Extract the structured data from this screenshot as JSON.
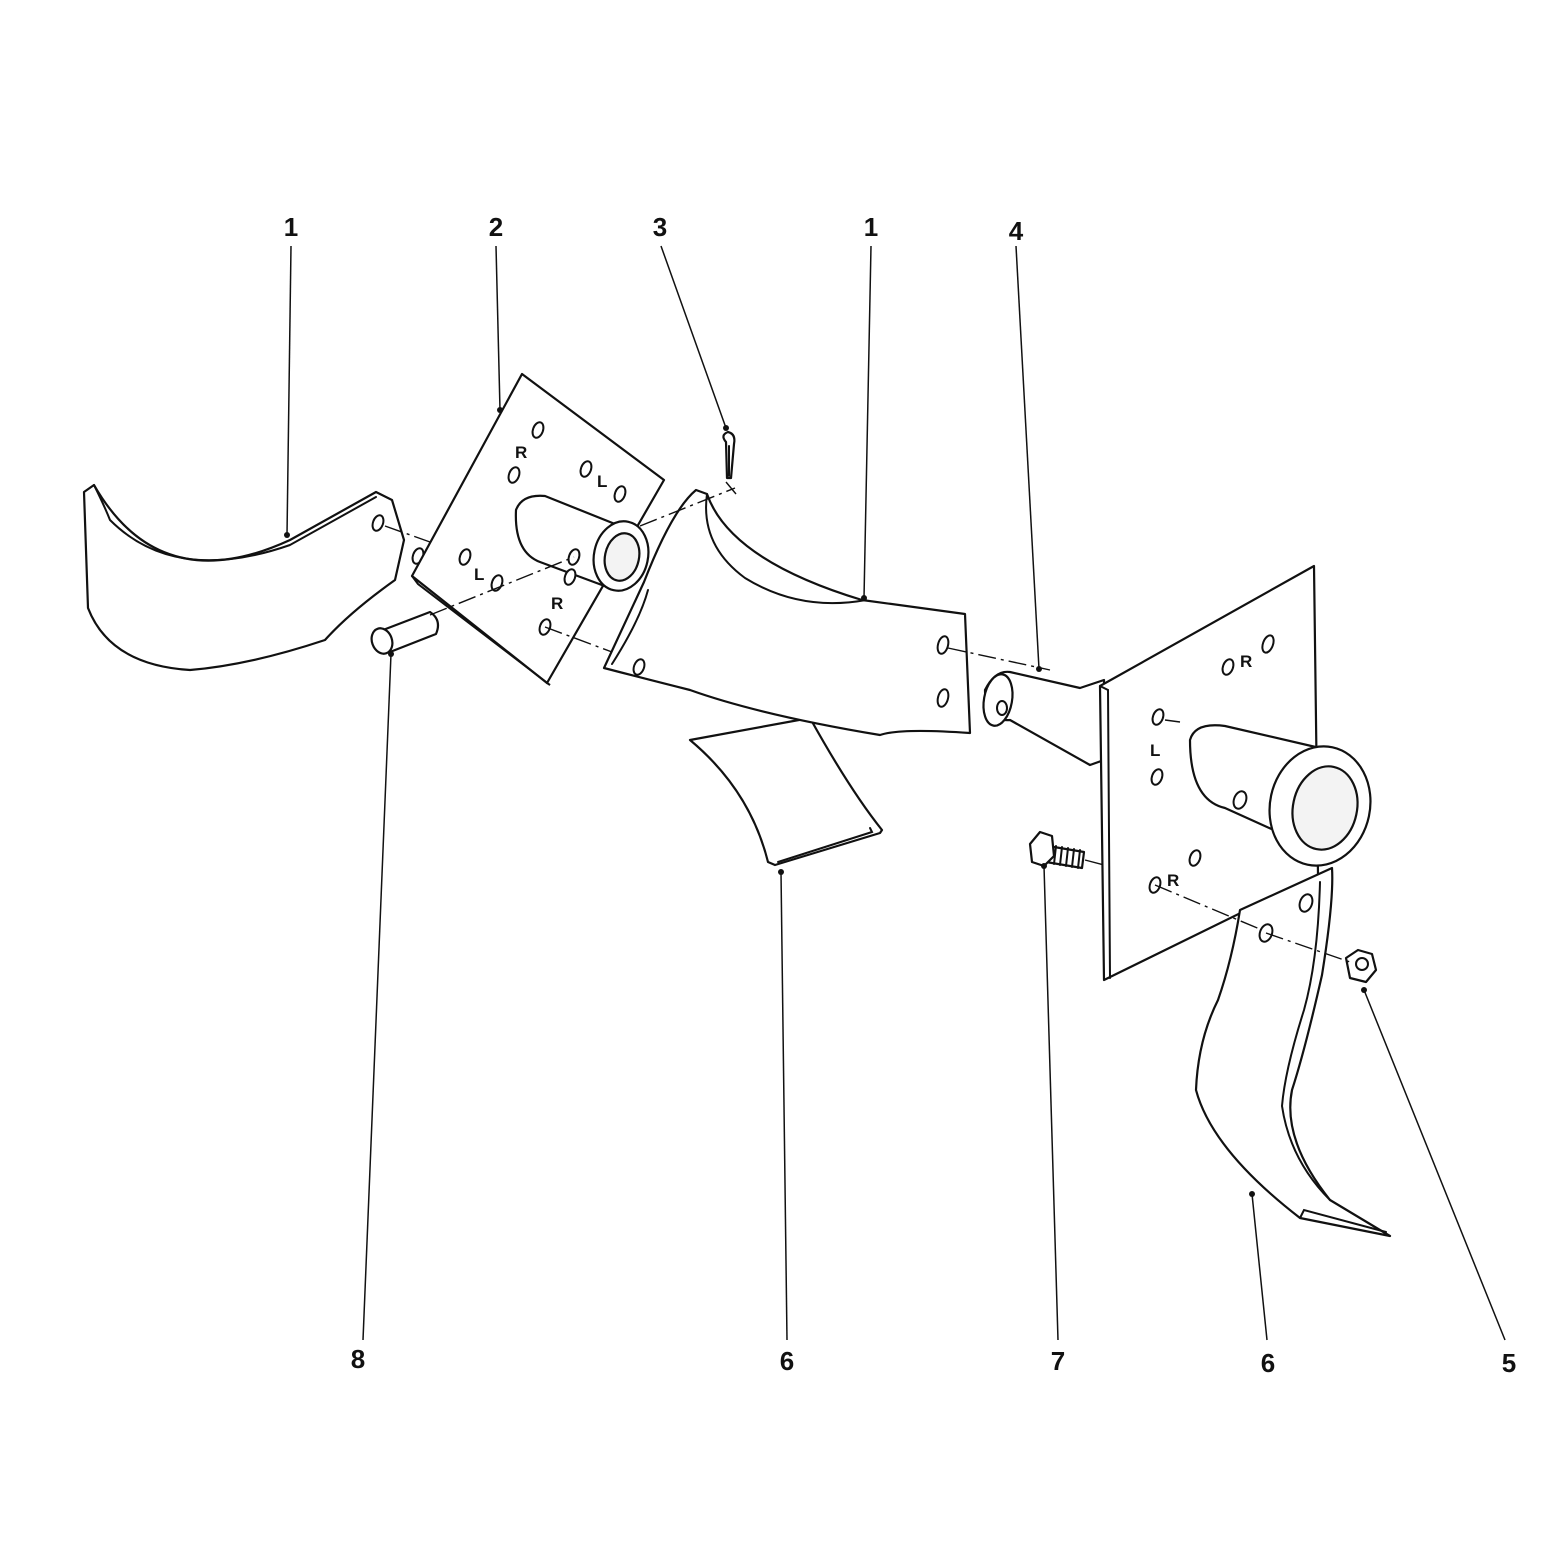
{
  "callouts": [
    {
      "id": "c1a",
      "label": "1"
    },
    {
      "id": "c2",
      "label": "2"
    },
    {
      "id": "c3",
      "label": "3"
    },
    {
      "id": "c1b",
      "label": "1"
    },
    {
      "id": "c4",
      "label": "4"
    },
    {
      "id": "c8",
      "label": "8"
    },
    {
      "id": "c6a",
      "label": "6"
    },
    {
      "id": "c7",
      "label": "7"
    },
    {
      "id": "c6b",
      "label": "6"
    },
    {
      "id": "c5",
      "label": "5"
    }
  ],
  "hole_labels": {
    "left_flange_r_top": "R",
    "left_flange_l_top": "L",
    "left_flange_l_bottom": "L",
    "left_flange_r_bottom": "R",
    "right_flange_r_top": "R",
    "right_flange_l": "L",
    "right_flange_r_bottom": "R"
  }
}
